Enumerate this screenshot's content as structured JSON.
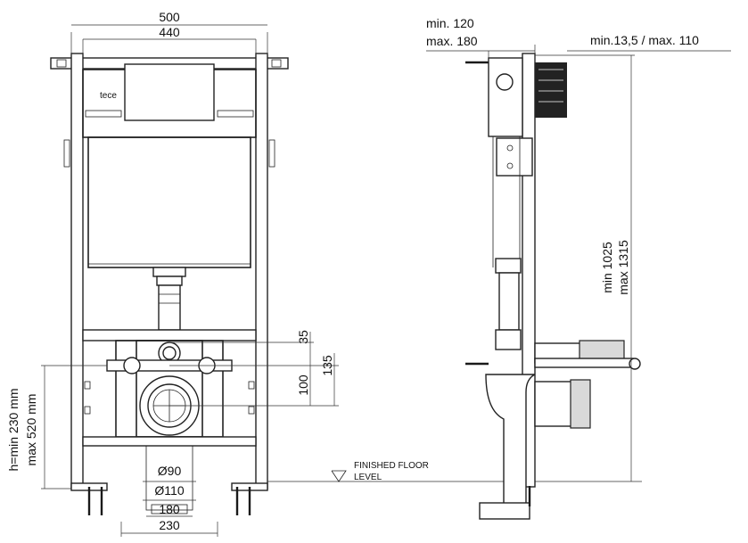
{
  "front_view": {
    "width_outer": "500",
    "width_inner": "440",
    "dim_35": "35",
    "dim_100": "100",
    "dim_135": "135",
    "height_min": "h=min 230 mm",
    "height_max": "max 520 mm",
    "pipe_90": "Ø90",
    "pipe_110": "Ø110",
    "width_180": "180",
    "width_230": "230"
  },
  "side_view": {
    "depth_min": "min. 120",
    "depth_max": "max. 180",
    "wall_thickness": "min.13,5 / max. 110",
    "frame_height_min": "min 1025",
    "frame_height_max": "max 1315",
    "floor_label_line1": "FINISHED FLOOR",
    "floor_label_line2": "LEVEL"
  }
}
